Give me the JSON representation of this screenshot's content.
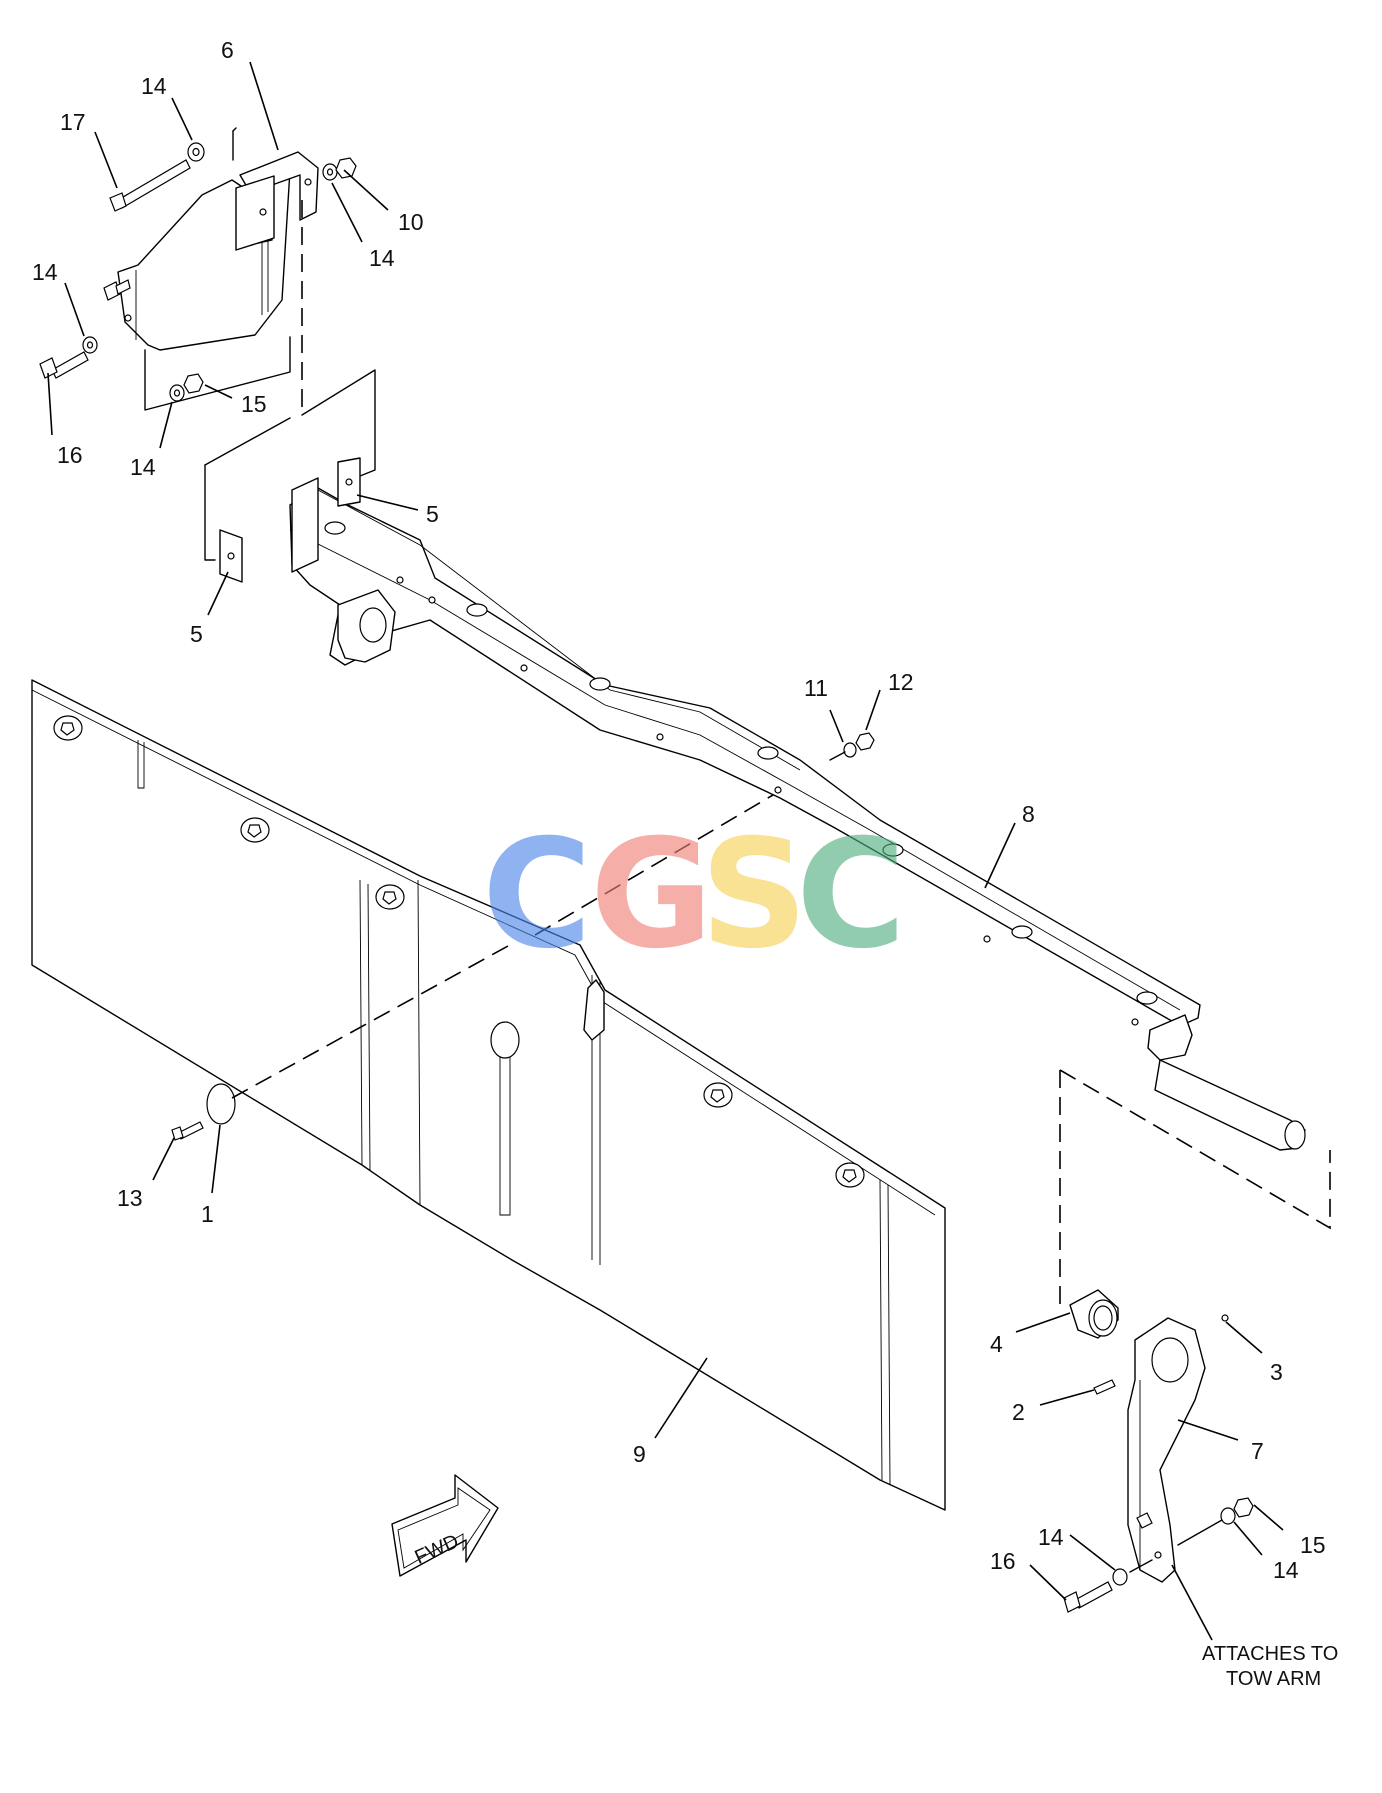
{
  "callouts": {
    "c6": "6",
    "c14_a": "14",
    "c17": "17",
    "c10": "10",
    "c14_b": "14",
    "c14_c": "14",
    "c15_a": "15",
    "c16_a": "16",
    "c14_d": "14",
    "c5_a": "5",
    "c5_b": "5",
    "c11": "11",
    "c12": "12",
    "c8": "8",
    "c13": "13",
    "c1": "1",
    "c4": "4",
    "c3": "3",
    "c2": "2",
    "c7": "7",
    "c9": "9",
    "c14_e": "14",
    "c16_b": "16",
    "c15_b": "15",
    "c14_f": "14"
  },
  "note": {
    "line1": "ATTACHES TO",
    "line2": "TOW ARM"
  },
  "fwd_label": "FWD",
  "watermark": {
    "letters": [
      "C",
      "G",
      "S",
      "C"
    ],
    "colors": [
      "#4a86e8",
      "#f07f74",
      "#f7d154",
      "#4fae7f"
    ]
  }
}
